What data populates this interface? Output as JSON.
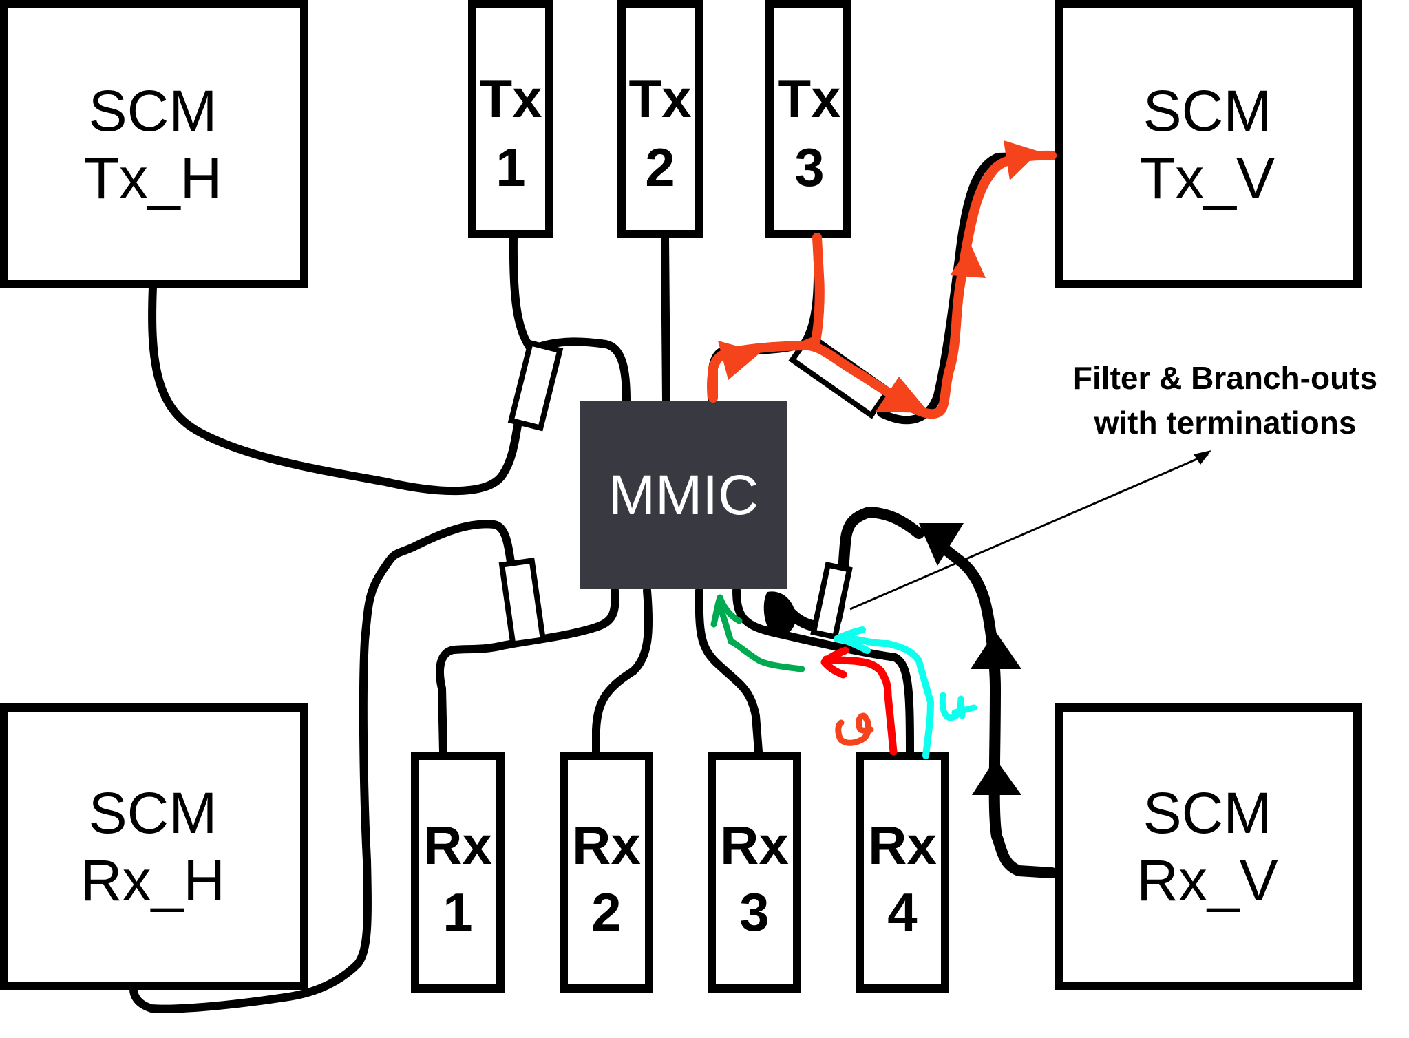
{
  "diagram": {
    "scm_modules": [
      {
        "id": "tx_h",
        "line1": "SCM",
        "line2": "Tx_H"
      },
      {
        "id": "tx_v",
        "line1": "SCM",
        "line2": "Tx_V"
      },
      {
        "id": "rx_h",
        "line1": "SCM",
        "line2": "Rx_H"
      },
      {
        "id": "rx_v",
        "line1": "SCM",
        "line2": "Rx_V"
      }
    ],
    "tx_ports": [
      {
        "line1": "Tx",
        "line2": "1"
      },
      {
        "line1": "Tx",
        "line2": "2"
      },
      {
        "line1": "Tx",
        "line2": "3"
      }
    ],
    "rx_ports": [
      {
        "line1": "Rx",
        "line2": "1"
      },
      {
        "line1": "Rx",
        "line2": "2"
      },
      {
        "line1": "Rx",
        "line2": "3"
      },
      {
        "line1": "Rx",
        "line2": "4"
      }
    ],
    "chip": {
      "label": "MMIC"
    },
    "annotation": {
      "line1": "Filter & Branch-outs",
      "line2": "with terminations"
    },
    "handwritten_marks": {
      "orange_mark": "6",
      "cyan_mark": "4"
    },
    "colors": {
      "chip": "#393941",
      "tx_path": "#F5431C",
      "rx_red_path": "#FF0000",
      "rx_cyan_path": "#0FFFEF",
      "rx_green_path": "#00AA50",
      "wire": "#000000"
    }
  }
}
